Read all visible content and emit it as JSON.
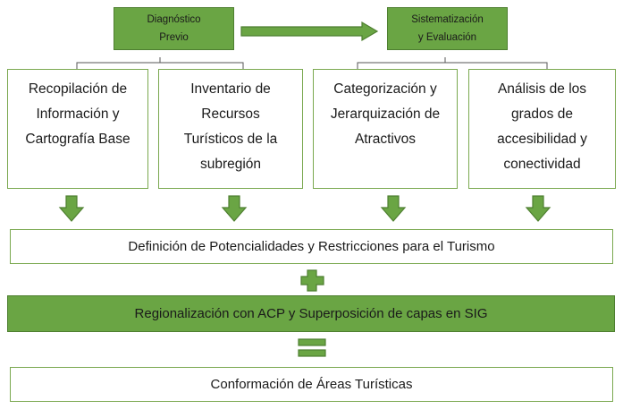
{
  "stages": [
    {
      "lines": [
        "Diagnóstico",
        "Previo"
      ]
    },
    {
      "lines": [
        "Sistematización",
        "y Evaluación"
      ]
    }
  ],
  "columns": [
    {
      "text": "Recopilación de\nInformación y\nCartografía Base"
    },
    {
      "text": "Inventario de\nRecursos\nTurísticos de la\nsubregión"
    },
    {
      "text": "Categorización y\nJerarquización de\nAtractivos"
    },
    {
      "text": "Análisis de los\ngrados de\naccesibilidad y\nconectividad"
    }
  ],
  "definition": "Definición de Potencialidades y Restricciones para el Turismo",
  "regionalization": "Regionalización con ACP y Superposición de capas en SIG",
  "conformation": "Conformación de Áreas Turísticas",
  "colors": {
    "green": "#6aa544",
    "border": "#7aa84f"
  }
}
